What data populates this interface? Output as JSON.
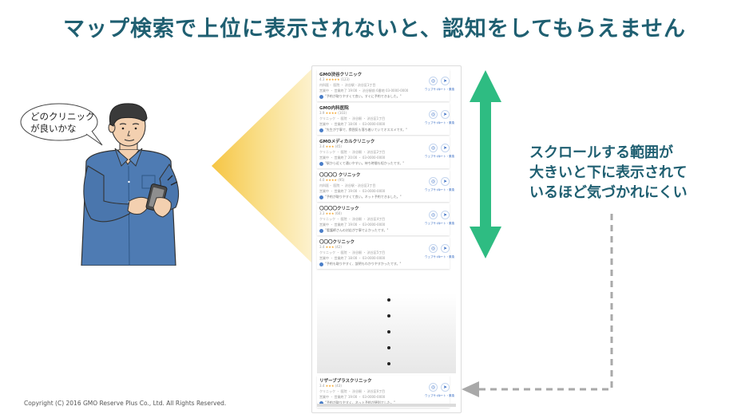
{
  "headline": "マップ検索で上位に表示されないと、認知をしてもらえません",
  "speech_bubble": {
    "line1": "どのクリニック",
    "line2": "が良いかな"
  },
  "scroll_note": {
    "line1": "スクロールする範囲が",
    "line2": "大きいと下に表示されて",
    "line3": "いるほど気づかれにくい"
  },
  "listings": [
    {
      "name": "GMO渋谷クリニック",
      "rating": "4.3",
      "stars": "★★★★★",
      "reviews": "(123)",
      "line2": "内科医・ 医院 ・ 渋谷駅・渋谷区1丁目",
      "line3": "営業中 ・ 営業終了 19:00 ・ 渋谷駅前 6番地 03-0000-0000",
      "snippet": "\"予約が取りやすくて良い。すぐに予約できました。\""
    },
    {
      "name": "GMO内科医院",
      "rating": "3.9",
      "stars": "★★★★",
      "reviews": "(103)",
      "line2": "クリニック ・ 医院 ・ 渋谷駅 ・ 渋谷区1丁目",
      "line3": "営業中 ・ 営業終了 18:00 ・ 03-0000-0000",
      "snippet": "\"先生が丁寧で、雰囲気も落ち着いていてオススメです。\""
    },
    {
      "name": "GMOメディカルクリニック",
      "rating": "3.4",
      "stars": "★★★",
      "reviews": "(45)",
      "line2": "クリニック ・ 医院 ・ 渋谷駅 ・ 渋谷区2丁目",
      "line3": "営業中 ・ 営業終了 20:00 ・ 03-0000-0000",
      "snippet": "\"駅から近くて通いやすい。待ち時間も短かったです。\""
    },
    {
      "name": "〇〇〇〇 クリニック",
      "rating": "4.0",
      "stars": "★★★★",
      "reviews": "(95)",
      "line2": "内科医・ 医院 ・ 渋谷駅・渋谷区3丁目",
      "line3": "営業中 ・ 営業終了 19:00 ・ 03-0000-0000",
      "snippet": "\"予約が取りやすくて良い。ネット予約できました。\""
    },
    {
      "name": "〇〇〇〇クリニック",
      "rating": "3.3",
      "stars": "★★★",
      "reviews": "(60)",
      "line2": "クリニック ・ 医院 ・ 渋谷駅 ・ 渋谷区4丁目",
      "line3": "営業中 ・ 営業終了 19:00 ・ 03-0000-0000",
      "snippet": "\"看護師さんの対応が丁寧でよかったです。\""
    },
    {
      "name": "〇〇〇クリニック",
      "rating": "3.4",
      "stars": "★★★",
      "reviews": "(42)",
      "line2": "クリニック ・ 医院 ・ 渋谷駅 ・ 渋谷区5丁目",
      "line3": "営業中 ・ 営業終了 18:00 ・ 03-0000-0000",
      "snippet": "\"予約も取りやすく、説明もわかりやすかったです。\""
    },
    {
      "name": "リザーブプラスクリニック",
      "rating": "3.4",
      "stars": "★★★",
      "reviews": "(43)",
      "line2": "クリニック ・ 医院 ・ 渋谷駅 ・ 渋谷区6丁目",
      "line3": "営業中 ・ 営業終了 19:00 ・ 03-0000-0000",
      "snippet": "\"予約が取りやすく、ネット予約が便利でした。\""
    }
  ],
  "listing_actions": {
    "website_label": "ウェブサイト",
    "route_label": "ルート・乗換"
  },
  "copyright": "Copyright (C) 2016 GMO Reserve Plus Co., Ltd. All Rights Reserved.",
  "colors": {
    "headline": "#1f5f71",
    "scroll_arrow": "#2ebc82",
    "highlight_cone": "#f6c544",
    "dashed_arrow": "#a9a9a9",
    "shirt": "#4e7bb3"
  },
  "icons": [
    "speech-bubble-icon",
    "website-globe-icon",
    "route-icon",
    "scroll-double-arrow-icon",
    "dashed-pointer-arrow-icon"
  ]
}
